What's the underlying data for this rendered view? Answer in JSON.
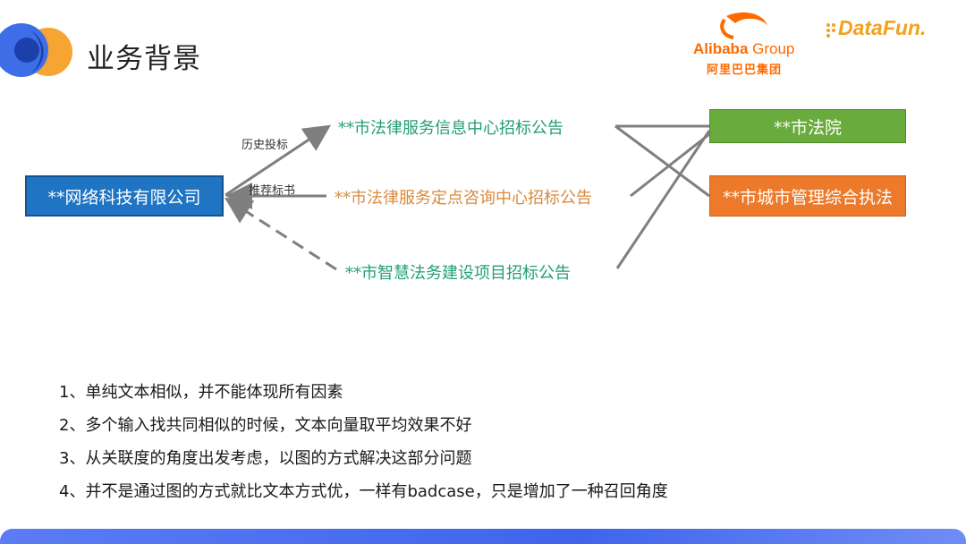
{
  "header": {
    "title": "业务背景",
    "alibaba_name": "Alibaba",
    "alibaba_group": "Group",
    "alibaba_cn": "阿里巴巴集团",
    "datafun": "DataFun."
  },
  "diagram": {
    "company": "**网络科技有限公司",
    "court": "**市法院",
    "enforcement": "**市城市管理综合执法",
    "notices": [
      "**市法律服务信息中心招标公告",
      "**市法律服务定点咨询中心招标公告",
      "**市智慧法务建设项目招标公告"
    ],
    "edge_labels": [
      "历史投标",
      "推荐标书"
    ],
    "colors": {
      "company": "#1f74c3",
      "court": "#6aab3d",
      "enforcement": "#ed7a2a",
      "notice_green": "#22a070",
      "notice_orange": "#d98a3d",
      "edge": "#7f7f7f"
    }
  },
  "points": [
    "1、单纯文本相似，并不能体现所有因素",
    "2、多个输入找共同相似的时候，文本向量取平均效果不好",
    "3、从关联度的角度出发考虑，以图的方式解决这部分问题",
    "4、并不是通过图的方式就比文本方式优，一样有badcase，只是增加了一种召回角度"
  ]
}
